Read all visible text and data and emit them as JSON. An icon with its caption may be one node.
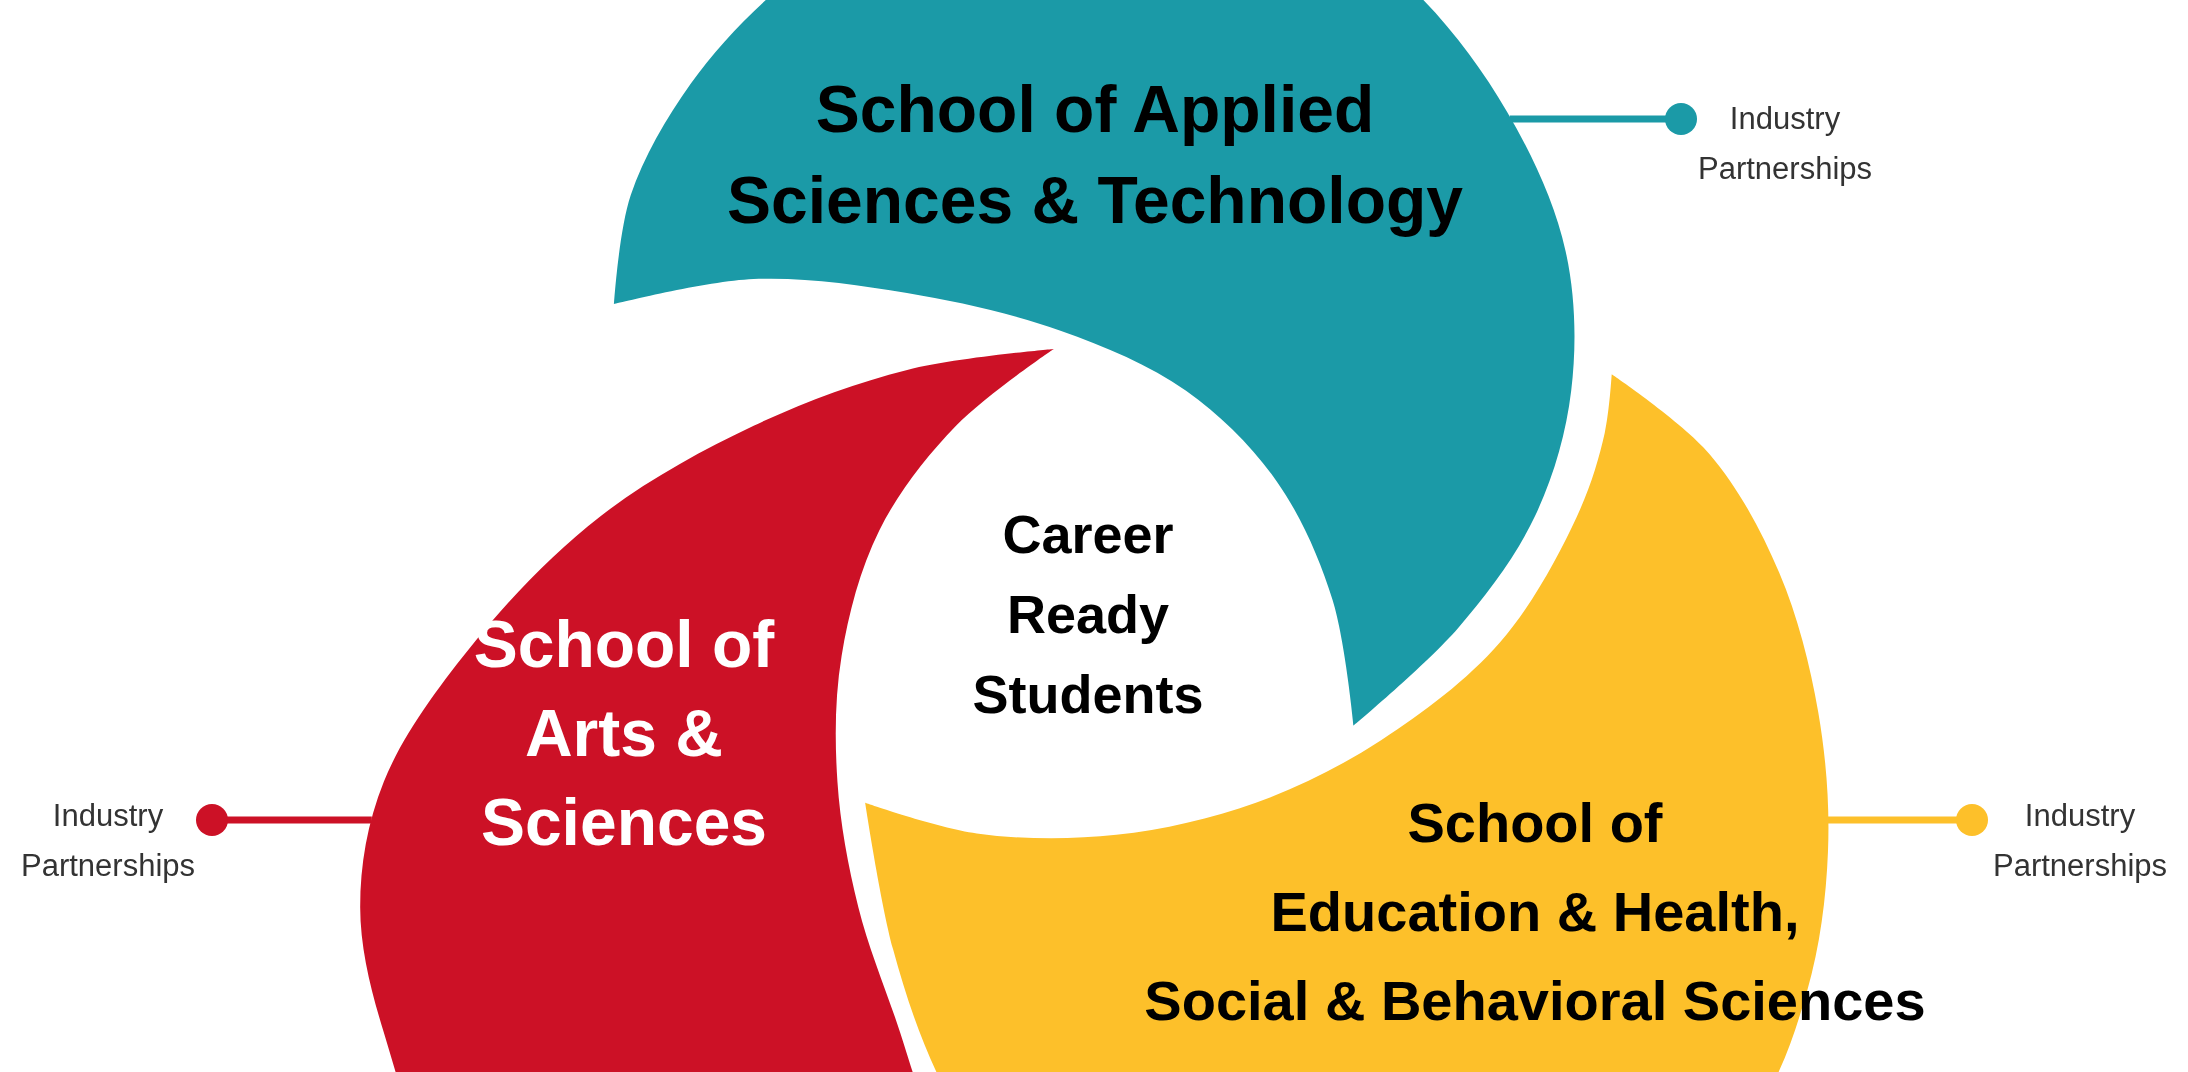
{
  "diagram": {
    "nodes": [
      {
        "text": [
          "School of Applied Sciences & Technology"
        ]
      },
      {
        "text": [
          "Industry Partnerships"
        ]
      },
      {
        "text": [
          "Career Ready Students"
        ]
      },
      {
        "text": [
          "School of Arts & Sciences"
        ]
      },
      {
        "text": [
          "Industry Partnerships"
        ]
      },
      {
        "text": [
          "School of Education & Health, Social & Behavioral Sciences"
        ]
      },
      {
        "text": [
          "Industry Partnerships"
        ]
      }
    ],
    "edges": [
      {
        "from": 1,
        "to": 0,
        "arrow": "other",
        "color": "#1b9aa7"
      },
      {
        "from": 4,
        "to": 3,
        "arrow": "other",
        "color": "#cc1126"
      },
      {
        "from": 6,
        "to": 5,
        "arrow": "other",
        "color": "#fdc02a"
      }
    ]
  }
}
